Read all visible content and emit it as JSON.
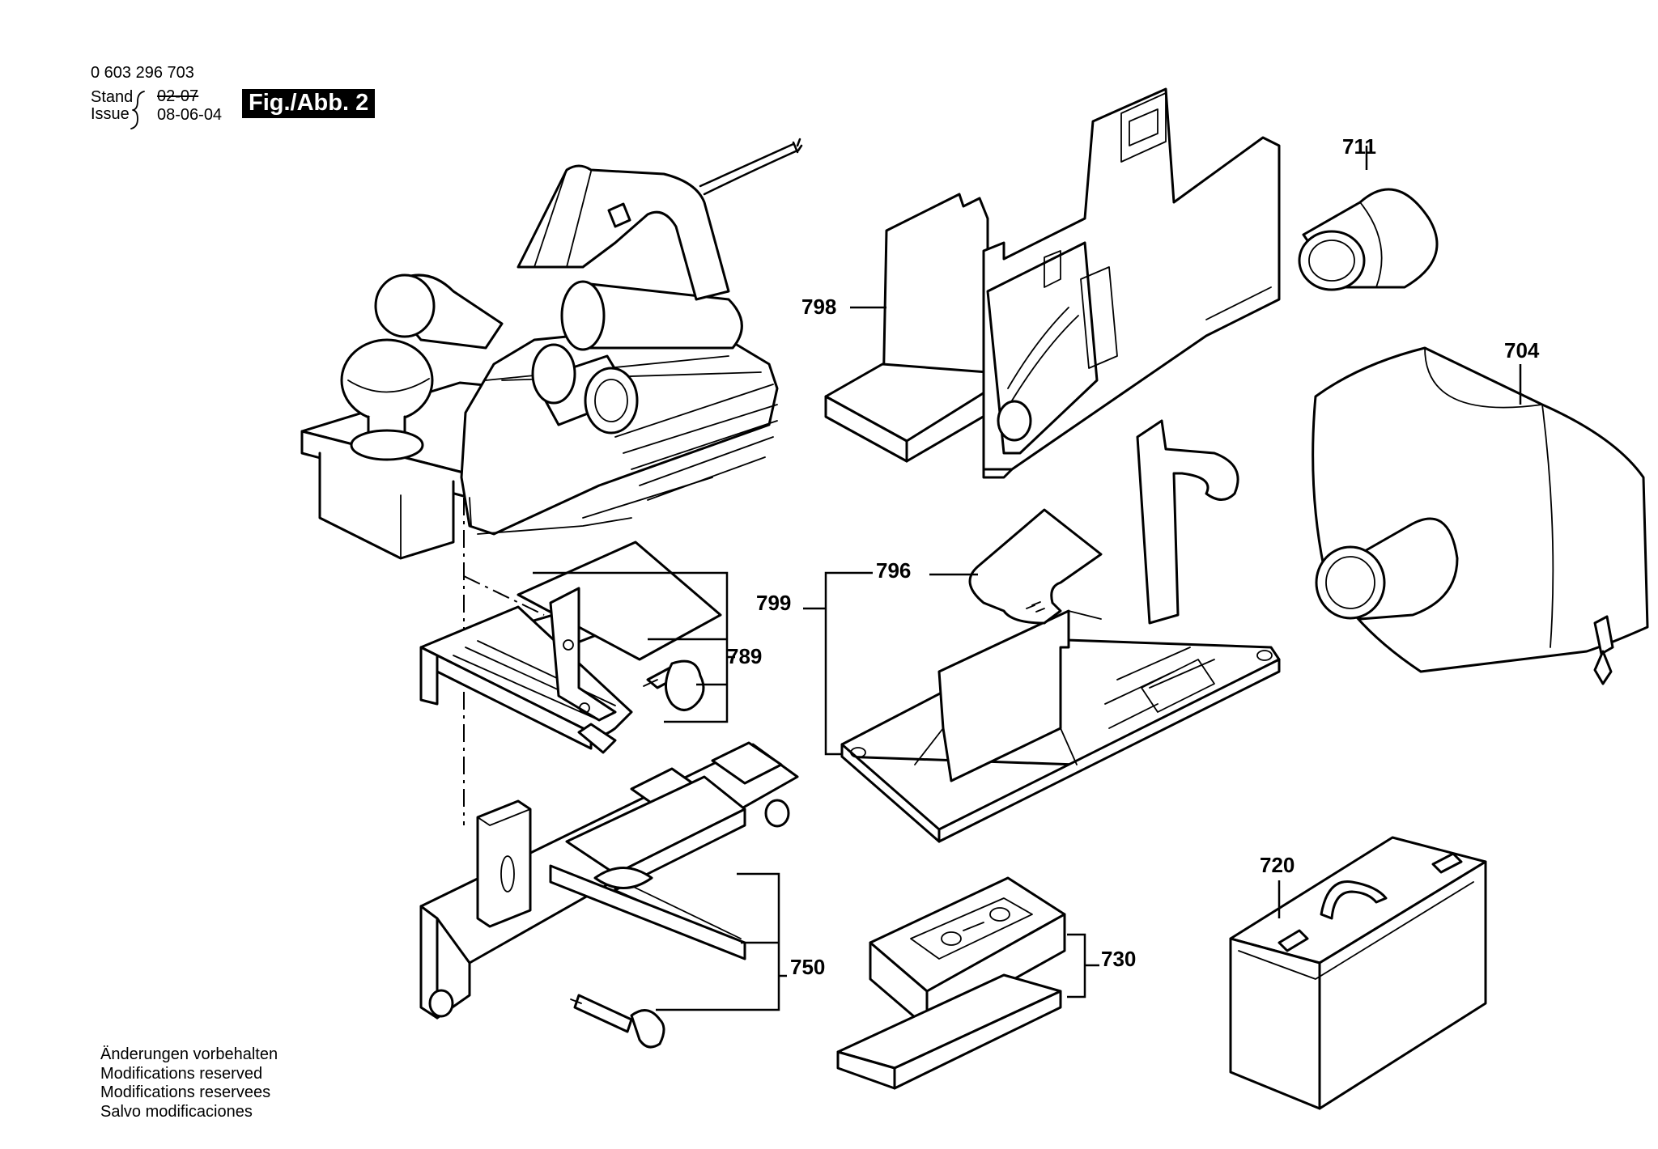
{
  "header": {
    "part_number": "0 603 296 703",
    "stand_label": "Stand",
    "stand_value_struck": "02-07",
    "issue_label": "Issue",
    "issue_value": "08-06-04",
    "figure_label": "Fig./Abb. 2"
  },
  "footer": {
    "lines": [
      "Änderungen vorbehalten",
      "Modifications reserved",
      "Modifications reservees",
      "Salvo modificaciones"
    ]
  },
  "parts": {
    "p711": "711",
    "p704": "704",
    "p798": "798",
    "p796": "796",
    "p799": "799",
    "p789": "789",
    "p750": "750",
    "p730": "730",
    "p720": "720"
  },
  "colors": {
    "ink": "#000000",
    "paper": "#ffffff"
  }
}
